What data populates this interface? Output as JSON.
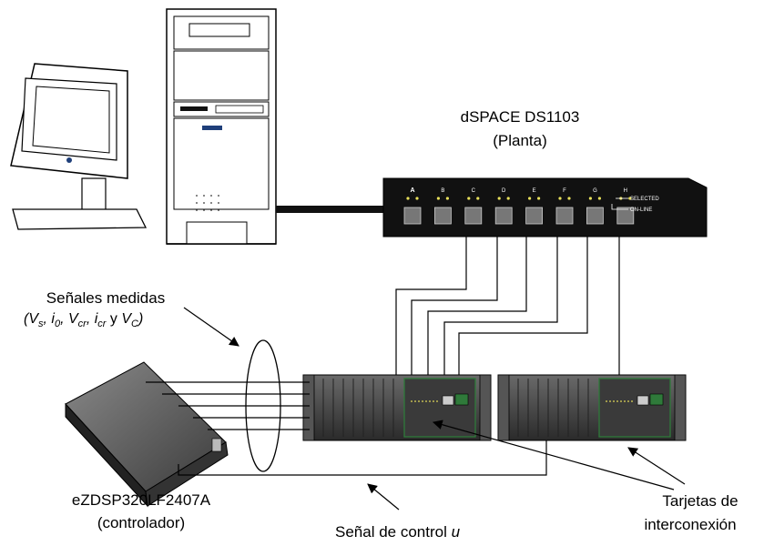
{
  "labels": {
    "dspace_title": "dSPACE  DS1103",
    "dspace_role": "(Planta)",
    "measured_title": "Señales medidas",
    "measured_list": {
      "open": "(",
      "vs": "V",
      "vs_sub": "s",
      "sep1": ", ",
      "i0": "i",
      "i0_sub": "0",
      "sep2": ", ",
      "vcr": "V",
      "vcr_sub": "cr",
      "sep3": ", ",
      "icr": "i",
      "icr_sub": "cr",
      "and": " y ",
      "vc": "V",
      "vc_sub": "C",
      "close": ")"
    },
    "controller_name": "eZDSP320LF2407A",
    "controller_role": "(controlador)",
    "control_signal": "Señal de control ",
    "control_signal_var": "u",
    "boards_line1": "Tarjetas de",
    "boards_line2": "interconexión"
  },
  "dspace_panel": {
    "channels": [
      "A",
      "B",
      "C",
      "D",
      "E",
      "F",
      "G",
      "H"
    ],
    "selected_label": "SELECTED",
    "online_label": "ON-LINE"
  },
  "colors": {
    "panel": "#111111",
    "led": "#e8e05a",
    "board_green": "#2f7a3a",
    "monitor_screen": "#ffffff",
    "drive_slot": "#1f3f7a"
  }
}
